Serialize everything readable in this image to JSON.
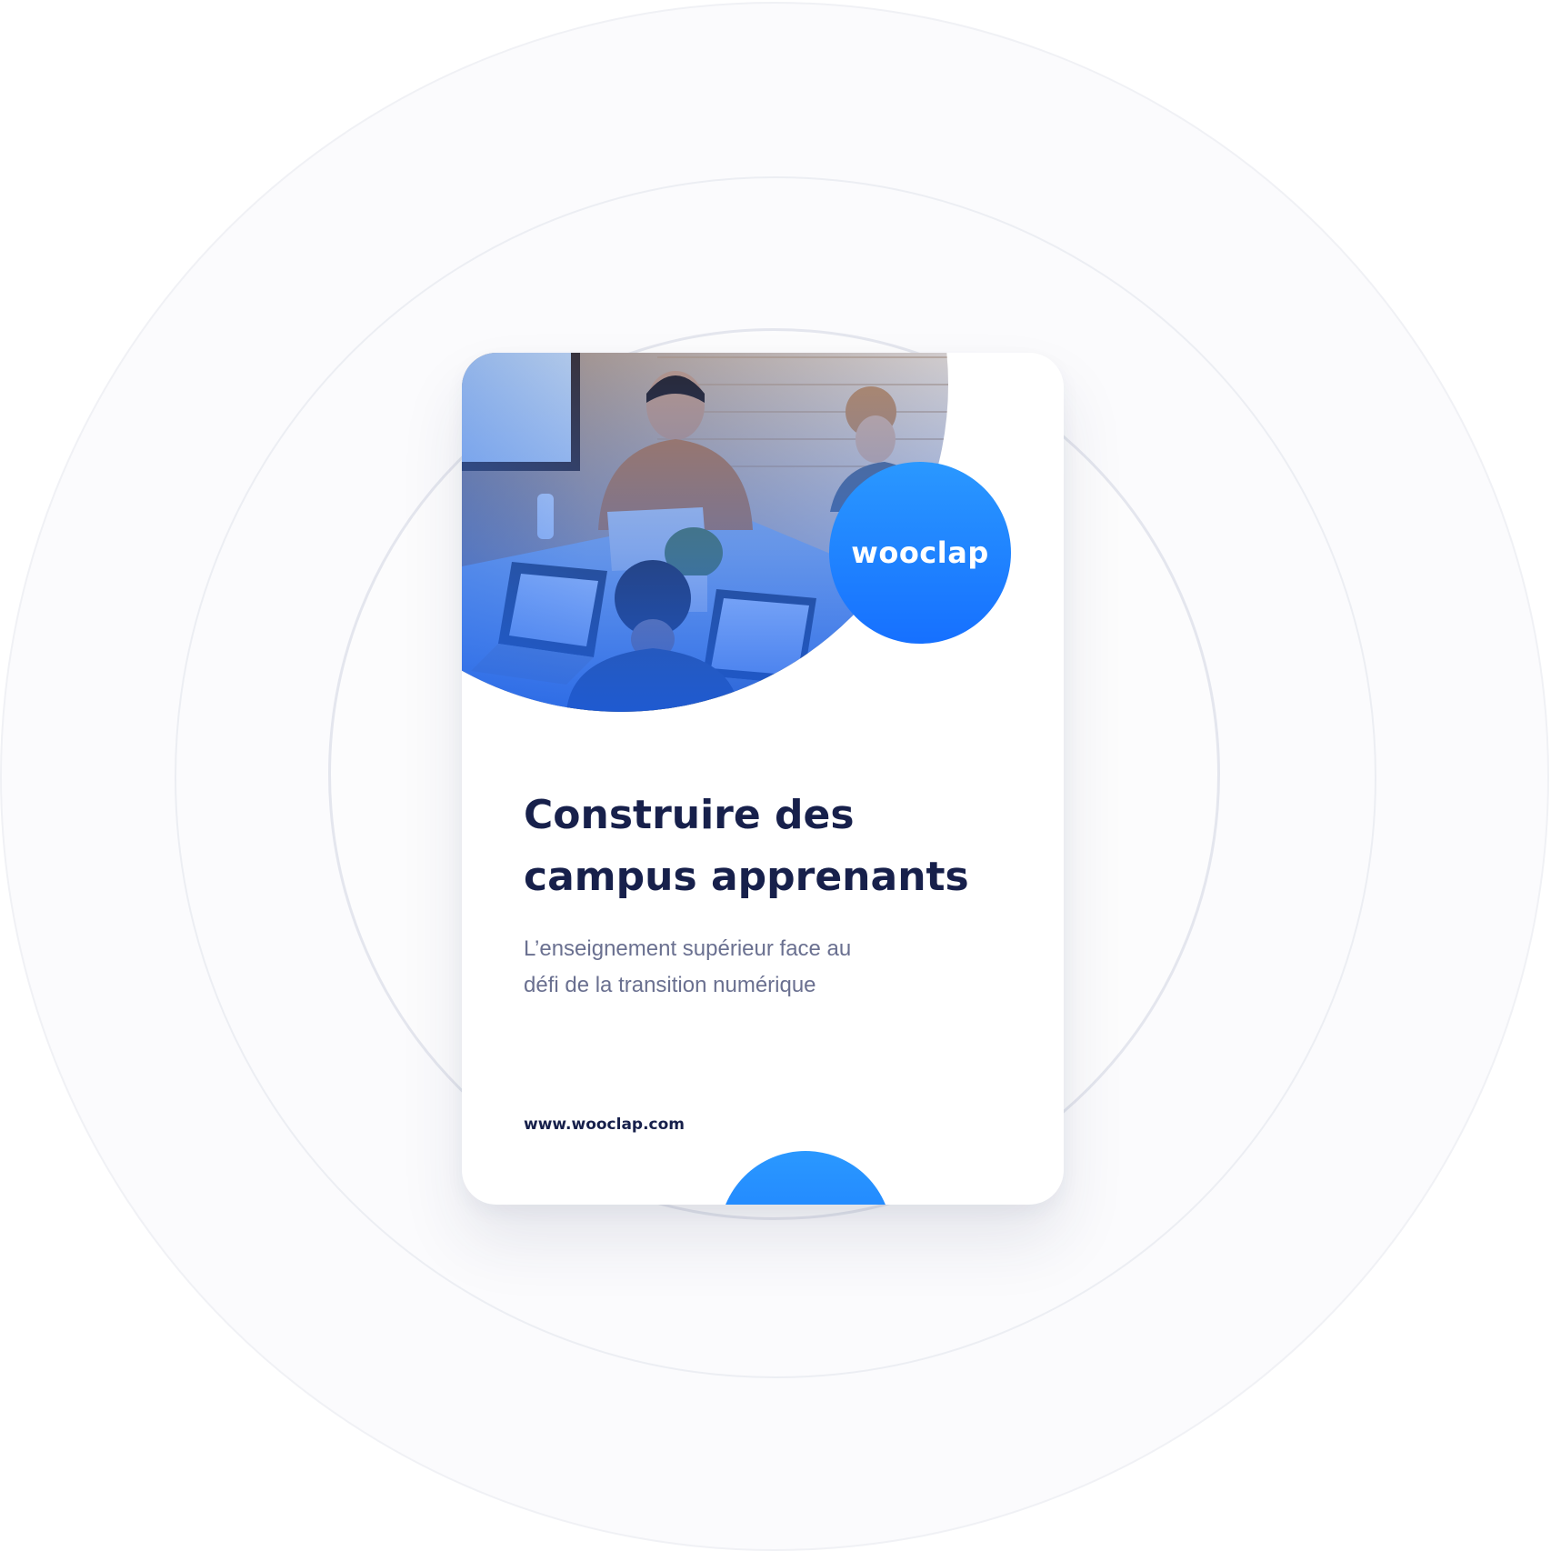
{
  "brand": {
    "logo_text": "wooclap",
    "accent_color": "#1f87ff",
    "title_color": "#17204b",
    "subtitle_color": "#6a7090"
  },
  "cover": {
    "title_line1": "Construire des",
    "title_line2": "campus apprenants",
    "subtitle_line1": "L’enseignement supérieur face au",
    "subtitle_line2": "défi de la transition numérique",
    "website": "www.wooclap.com"
  },
  "photo": {
    "subject": "students working on laptops around a table"
  }
}
